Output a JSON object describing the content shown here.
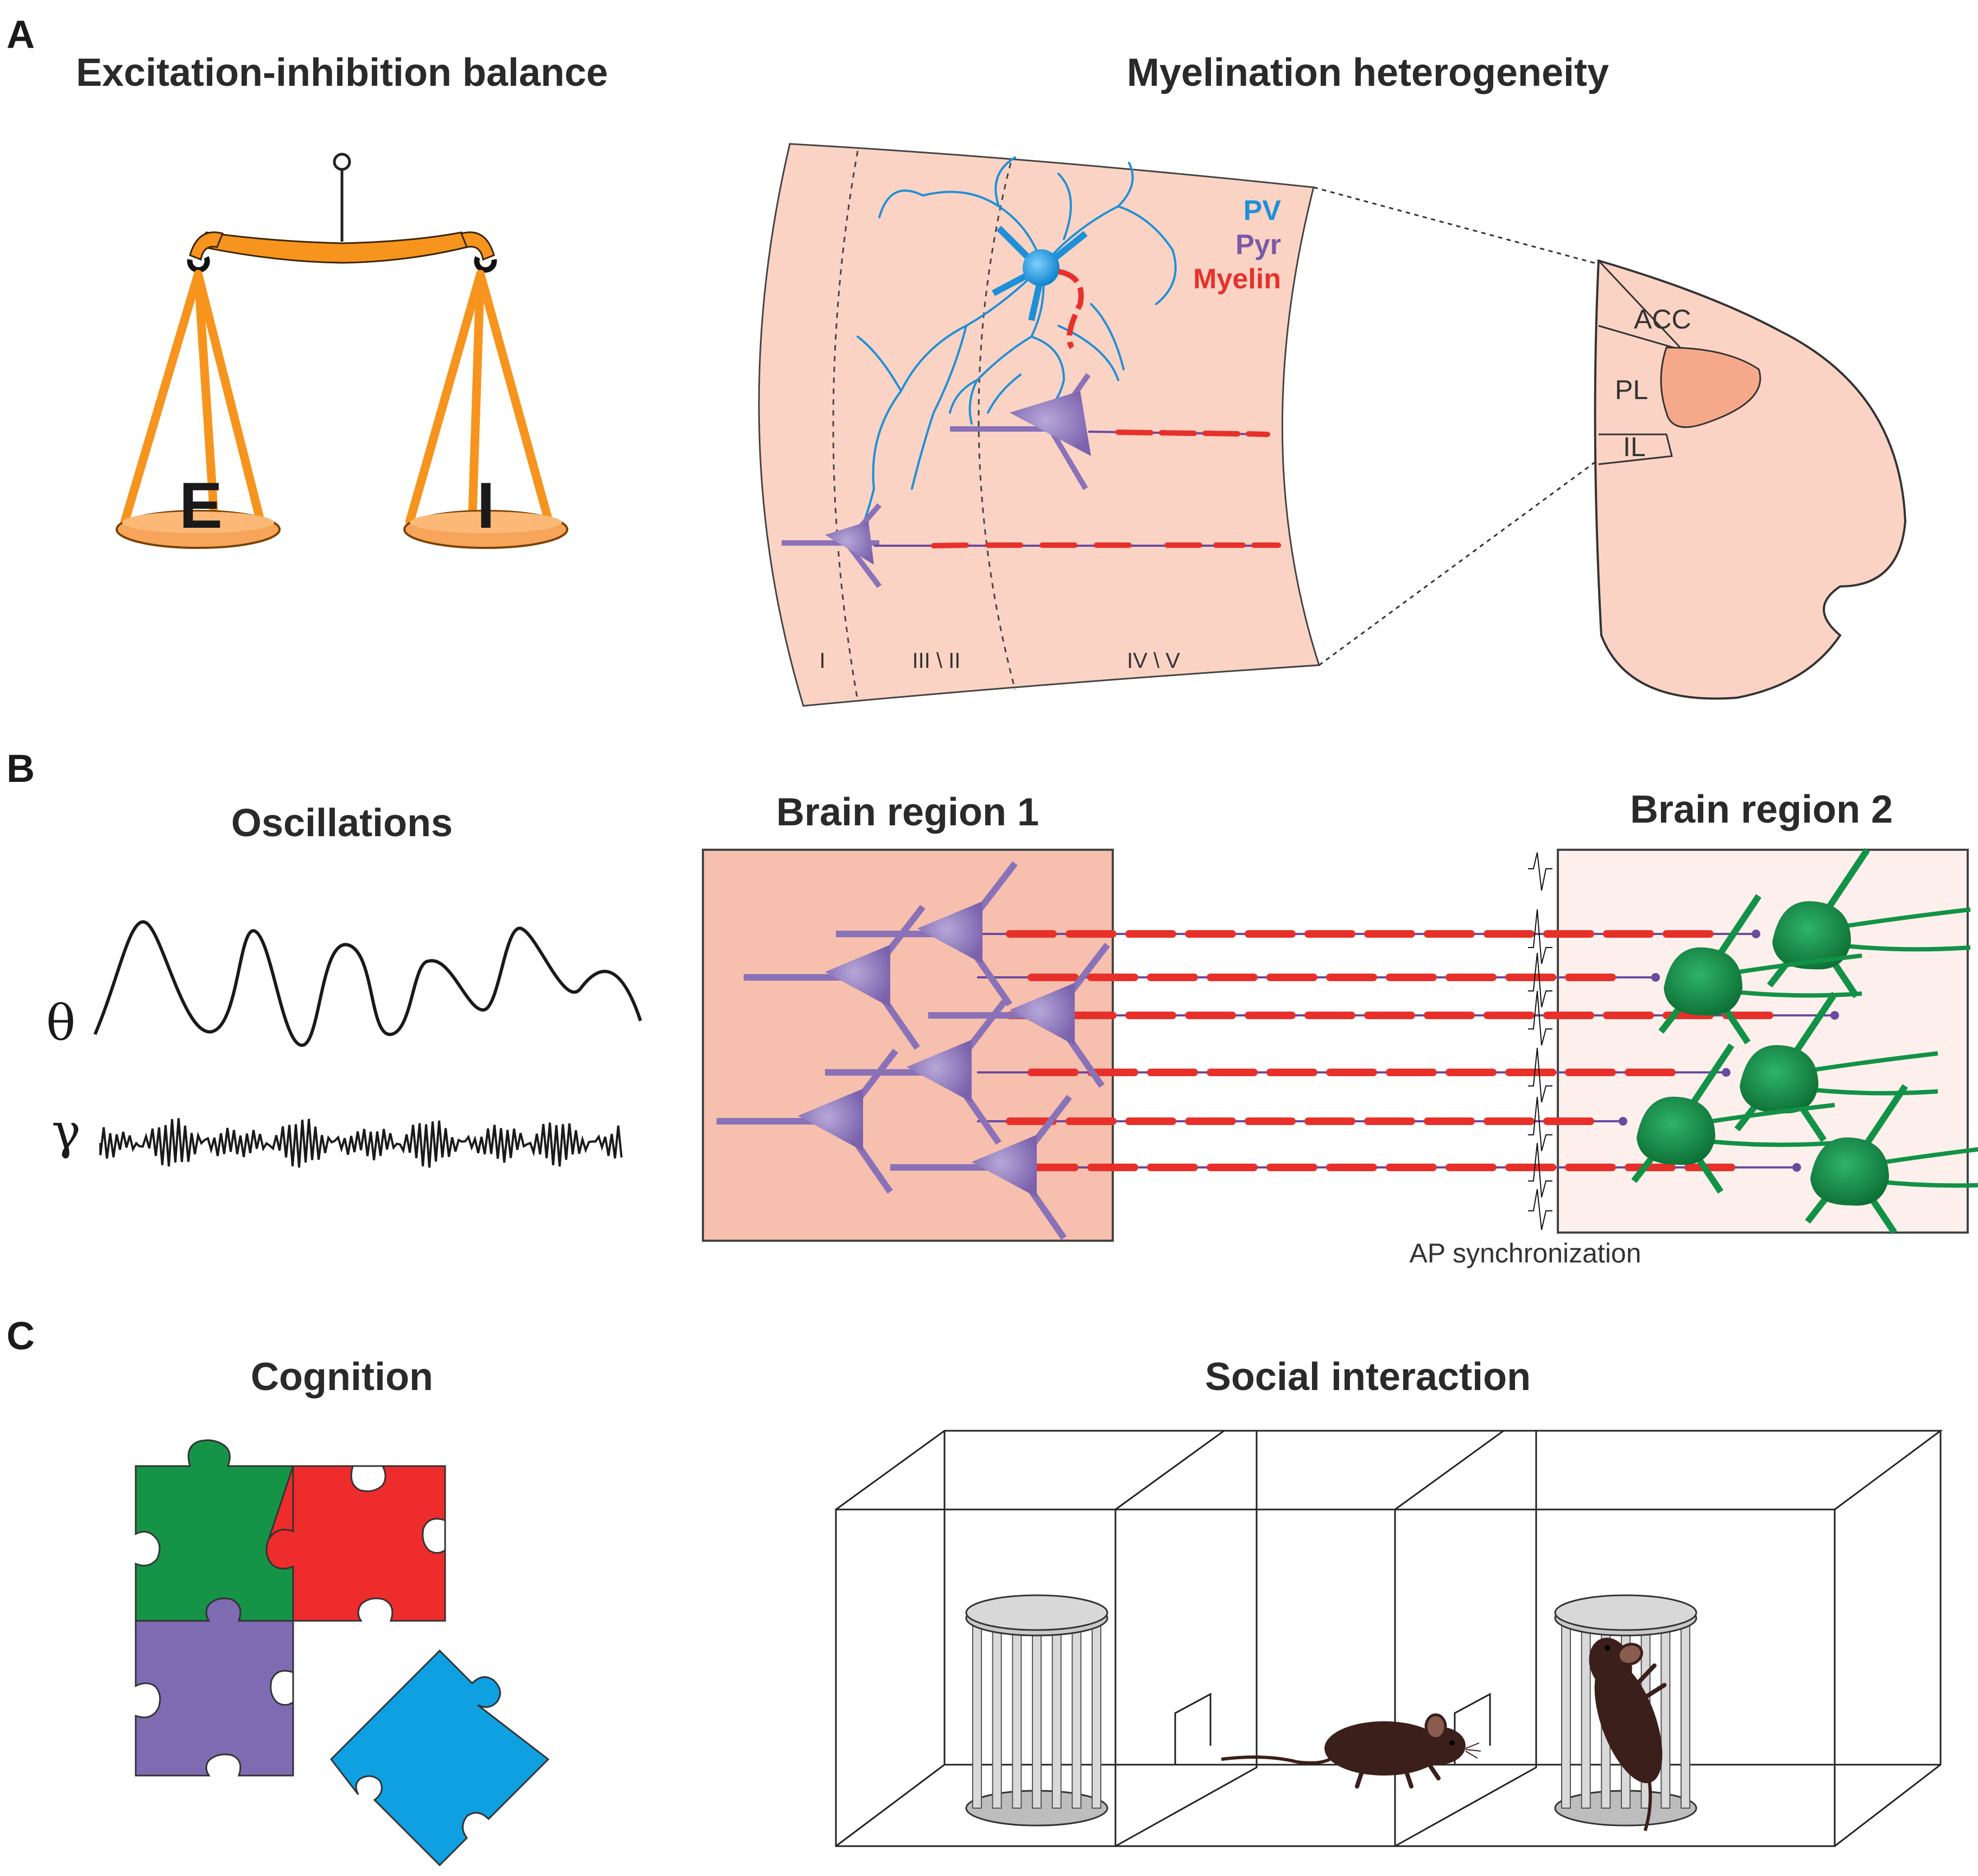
{
  "panels": {
    "a": {
      "letter": "A",
      "title_left": "Excitation-inhibition balance",
      "title_right": "Myelination heterogeneity",
      "scale_e": "E",
      "scale_i": "I",
      "legend": [
        {
          "text": "PV",
          "color": "#1e90d8"
        },
        {
          "text": "Pyr",
          "color": "#7a5aa8"
        },
        {
          "text": "Myelin",
          "color": "#e8302a"
        }
      ],
      "layers": [
        "I",
        "III \\ II",
        "IV \\ V"
      ],
      "regions": [
        "ACC",
        "PL",
        "IL"
      ]
    },
    "b": {
      "letter": "B",
      "title_left": "Oscillations",
      "theta": "θ",
      "gamma": "γ",
      "region1": "Brain region 1",
      "region2": "Brain region 2",
      "ap_label": "AP synchronization"
    },
    "c": {
      "letter": "C",
      "title_left": "Cognition",
      "title_right": "Social interaction"
    }
  },
  "colors": {
    "scale_orange": "#f7941d",
    "tissue_pink": "#fbd3c4",
    "region1_fill": "#f7bfae",
    "region2_fill": "#fdf0ec",
    "pyr": "#8a72b8",
    "pv": "#1e90d8",
    "myelin": "#e8302a",
    "green_neuron": "#129246",
    "puzzle_green": "#159447",
    "puzzle_red": "#ee2c2c",
    "puzzle_purple": "#7f6bb1",
    "puzzle_blue": "#0ea0e0",
    "mouse": "#3b1f1b",
    "cage": "#c9c9c9"
  },
  "icons": [
    "balance-scale-icon",
    "puzzle-icon",
    "mouse-icon",
    "cage-icon",
    "neuron-icon"
  ]
}
